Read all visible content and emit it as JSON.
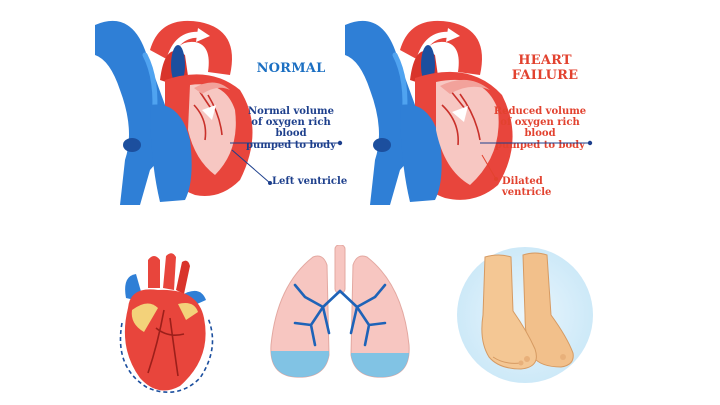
{
  "normal": {
    "title": "NORMAL",
    "volume_note": "Normal volume\nof oxygen rich blood\npumped to body",
    "ventricle_label": "Left ventricle"
  },
  "failure": {
    "title": "HEART\nFAILURE",
    "volume_note": "Reduced volume\nof oxygen rich blood\npumped to body",
    "ventricle_label": "Dilated ventricle"
  },
  "colors": {
    "normal_title": "#1b6fc2",
    "normal_text": "#1d3f8c",
    "failure_text": "#e2422f",
    "vessel_blue": "#2f7fd6",
    "vessel_dark": "#1c4f9e",
    "muscle_red": "#e8453c",
    "chamber_pink": "#f7c7c2",
    "lung_fill": "#f7c6c1",
    "fluid_blue": "#6cc2ea",
    "foot_skin": "#f2c08b"
  },
  "icons": [
    "heart-normal-diagram",
    "heart-failure-diagram",
    "enlarged-heart-icon",
    "lungs-fluid-icon",
    "swollen-feet-icon"
  ]
}
